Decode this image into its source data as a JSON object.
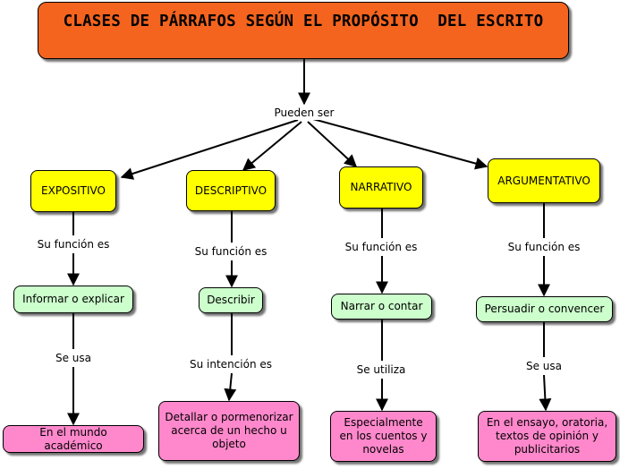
{
  "title": "CLASES DE PÁRRAFOS SEGÚN EL PROPÓSITO  DEL ESCRITO",
  "root_link": "Pueden ser",
  "branches": [
    {
      "type": "EXPOSITIVO",
      "link1": "Su función es",
      "function": "Informar o explicar",
      "link2": "Se usa",
      "result": "En el mundo académico"
    },
    {
      "type": "DESCRIPTIVO",
      "link1": "Su función es",
      "function": "Describir",
      "link2": "Su intención es",
      "result": "Detallar o pormenorizar acerca de un hecho u objeto"
    },
    {
      "type": "NARRATIVO",
      "link1": "Su función es",
      "function": "Narrar o contar",
      "link2": "Se utiliza",
      "result": "Especialmente en los cuentos y novelas"
    },
    {
      "type": "ARGUMENTATIVO",
      "link1": "Su función es",
      "function": "Persuadir o convencer",
      "link2": "Se usa",
      "result": "En el ensayo, oratoria, textos de opinión y publicitarios"
    }
  ],
  "colors": {
    "title": "#f4641e",
    "type_node": "#ffff00",
    "function_node": "#ccffcc",
    "result_node": "#ff88cc"
  }
}
